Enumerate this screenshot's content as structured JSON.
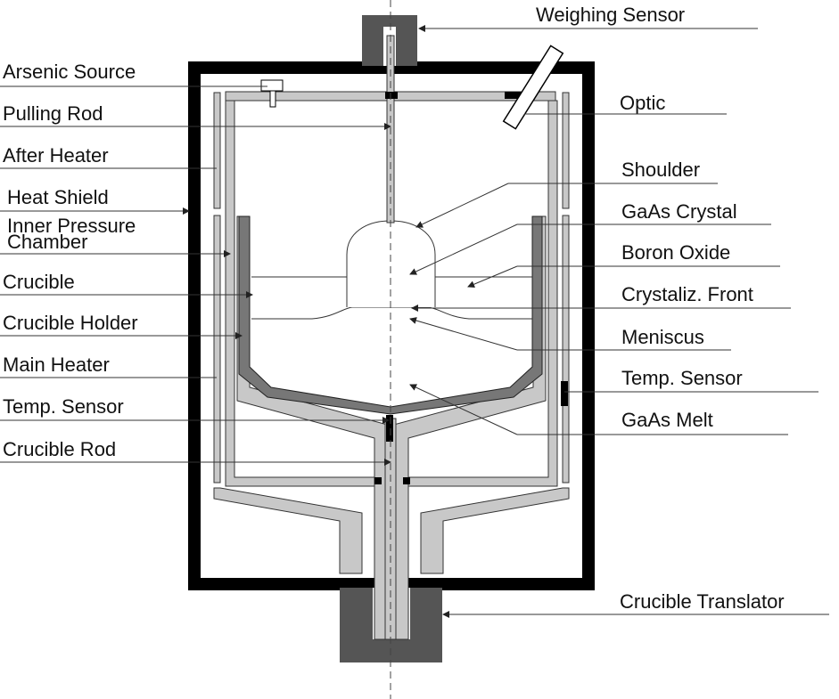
{
  "labels": {
    "weighing_sensor": "Weighing Sensor",
    "arsenic_source": "Arsenic Source",
    "pulling_rod": "Pulling Rod",
    "after_heater": "After Heater",
    "heat_shield": "Heat Shield",
    "inner_pressure_chamber_line1": "Inner Pressure",
    "inner_pressure_chamber_line2": "Chamber",
    "crucible": "Crucible",
    "crucible_holder": "Crucible Holder",
    "main_heater": "Main Heater",
    "temp_sensor_left": "Temp. Sensor",
    "crucible_rod": "Crucible Rod",
    "optic": "Optic",
    "shoulder": "Shoulder",
    "gaas_crystal": "GaAs Crystal",
    "boron_oxide": "Boron Oxide",
    "crystaliz_front": "Crystaliz. Front",
    "meniscus": "Meniscus",
    "temp_sensor_right": "Temp. Sensor",
    "gaas_melt": "GaAs Melt",
    "crucible_translator": "Crucible Translator"
  },
  "colors": {
    "chamber_wall": "#000000",
    "heater_fill": "#c8c8c8",
    "dark_part": "#555555",
    "crucible_fill": "#777777",
    "line": "#222222"
  }
}
